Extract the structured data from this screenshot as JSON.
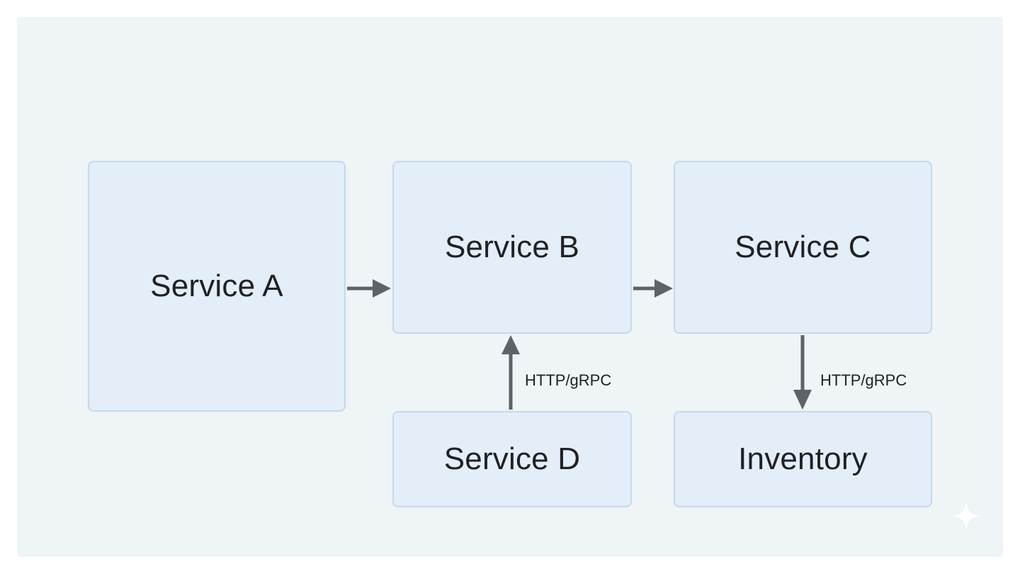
{
  "diagram": {
    "nodes": [
      {
        "id": "service-a",
        "label": "Service A"
      },
      {
        "id": "service-b",
        "label": "Service B"
      },
      {
        "id": "service-c",
        "label": "Service C"
      },
      {
        "id": "service-d",
        "label": "Service D"
      },
      {
        "id": "inventory",
        "label": "Inventory"
      }
    ],
    "edges": [
      {
        "from": "service-a",
        "to": "service-b",
        "label": ""
      },
      {
        "from": "service-b",
        "to": "service-c",
        "label": ""
      },
      {
        "from": "service-d",
        "to": "service-b",
        "label": "HTTP/gRPC"
      },
      {
        "from": "service-c",
        "to": "inventory",
        "label": "HTTP/gRPC"
      }
    ]
  },
  "colors": {
    "canvas_background": "#eff4f7",
    "node_fill": "#e3eef9",
    "node_border": "#c5d9ec",
    "arrow": "#5f6368",
    "text": "#202124"
  },
  "icons": {
    "corner_mark": "sparkle-icon"
  }
}
